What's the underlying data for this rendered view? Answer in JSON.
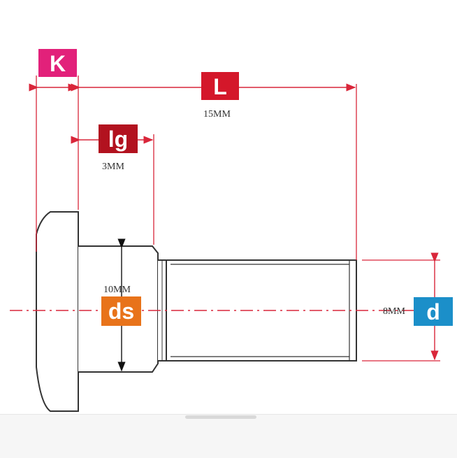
{
  "labels": {
    "k": {
      "text": "K",
      "color": "#e2217a"
    },
    "l": {
      "text": "L",
      "color": "#d4172a"
    },
    "lg": {
      "text": "lg",
      "color": "#b2121f"
    },
    "ds": {
      "text": "ds",
      "color": "#e8731a"
    },
    "d": {
      "text": "d",
      "color": "#1b8fc9"
    }
  },
  "dimensions": {
    "l_value": "15MM",
    "lg_value": "3MM",
    "ds_value": "10MM",
    "d_value": "8MM"
  },
  "colors": {
    "dimension_line": "#d9263a",
    "outline": "#333333",
    "centerline": "#d9263a"
  }
}
